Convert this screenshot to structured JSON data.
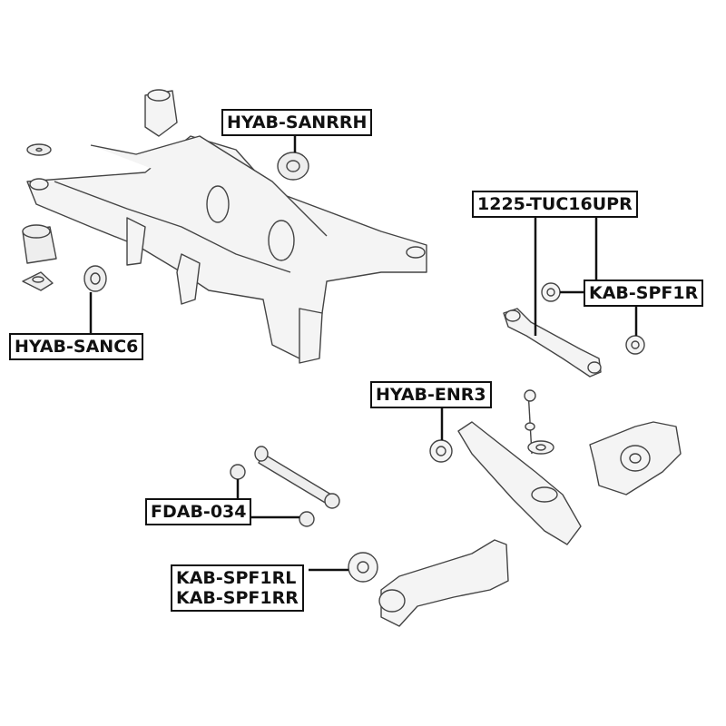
{
  "labels": {
    "hyab_sanrrh": "HYAB-SANRRH",
    "tuc16upr": "1225-TUC16UPR",
    "kab_spf1r": "KAB-SPF1R",
    "hyab_sanc6": "HYAB-SANC6",
    "hyab_enr3": "HYAB-ENR3",
    "fdab_034": "FDAB-034",
    "kab_spf1rl": "KAB-SPF1RL",
    "kab_spf1rr": "KAB-SPF1RR"
  }
}
